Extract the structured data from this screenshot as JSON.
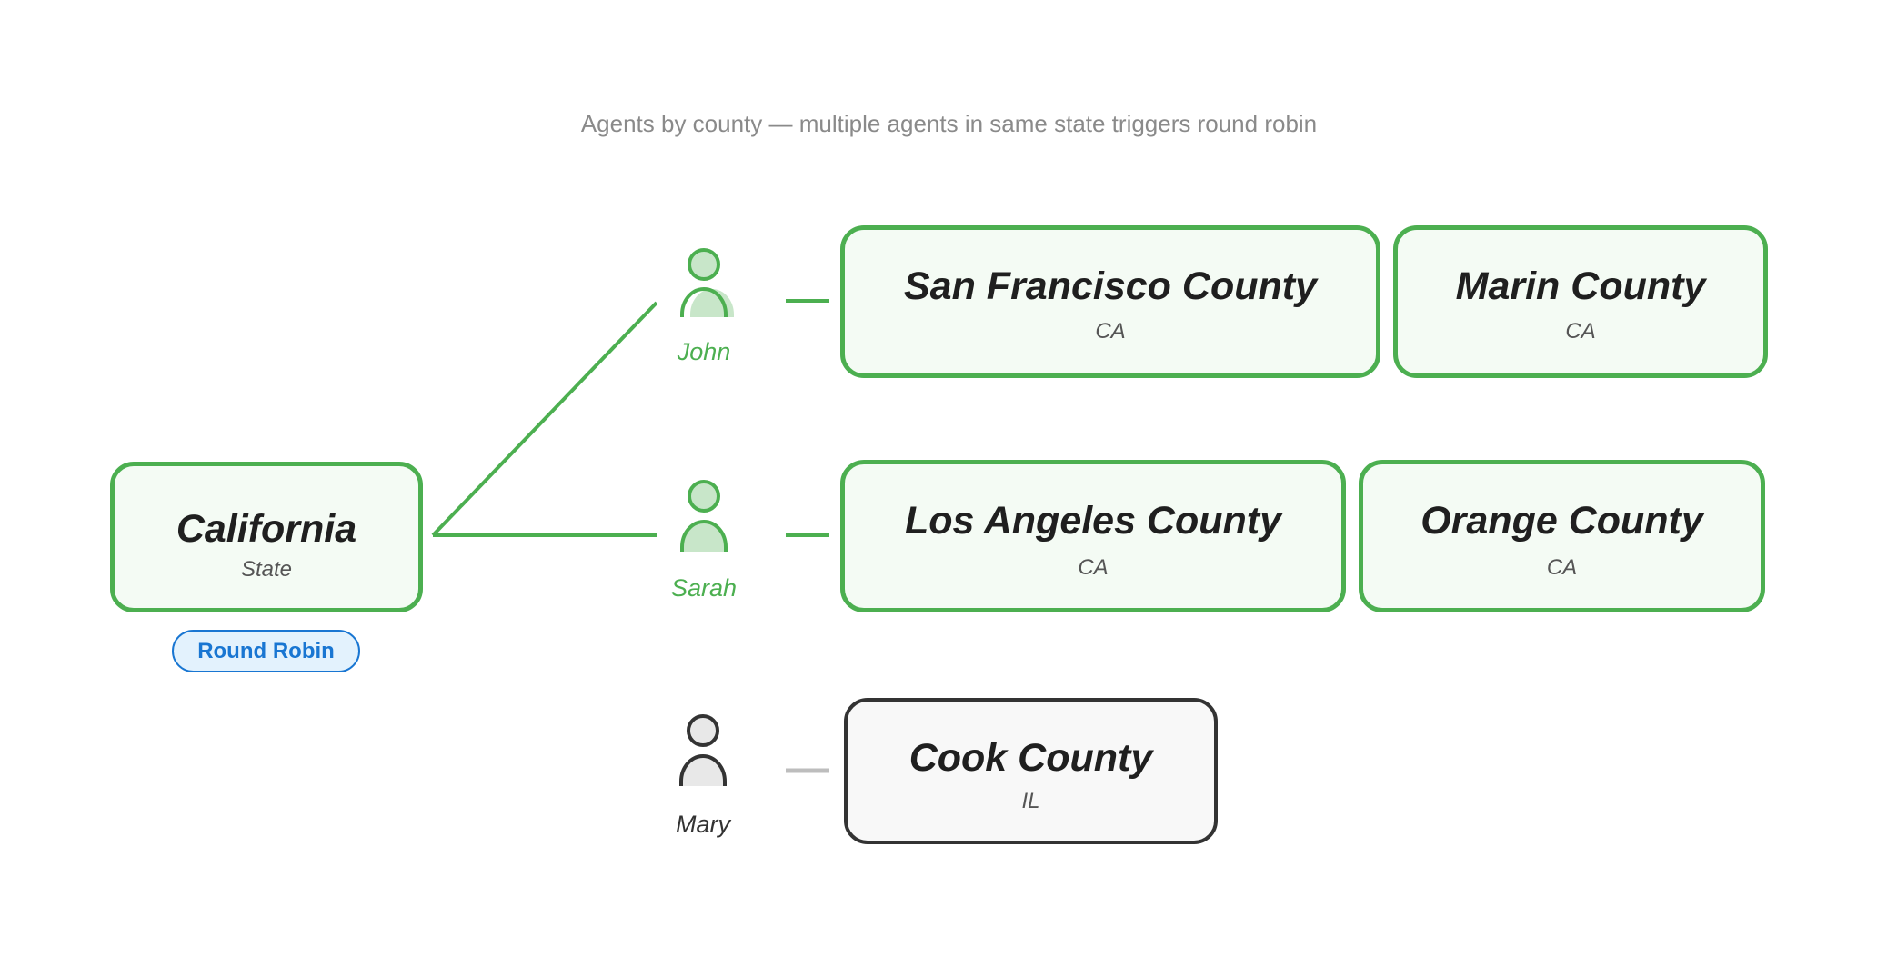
{
  "title": "Agents by county — multiple agents in same state triggers round robin",
  "colors": {
    "active": "#4caf50",
    "active_fill": "#c8e6c9",
    "inactive": "#333333",
    "inactive_fill": "#e8e8e8",
    "badge": "#1976d2"
  },
  "state": {
    "name": "California",
    "type": "State",
    "badge": "Round Robin"
  },
  "agents": [
    {
      "name": "John",
      "status": "active",
      "counties": [
        {
          "name": "San Francisco County",
          "state": "CA"
        },
        {
          "name": "Marin County",
          "state": "CA"
        }
      ]
    },
    {
      "name": "Sarah",
      "status": "active",
      "counties": [
        {
          "name": "Los Angeles County",
          "state": "CA"
        },
        {
          "name": "Orange County",
          "state": "CA"
        }
      ]
    },
    {
      "name": "Mary",
      "status": "inactive",
      "counties": [
        {
          "name": "Cook County",
          "state": "IL"
        }
      ]
    }
  ]
}
